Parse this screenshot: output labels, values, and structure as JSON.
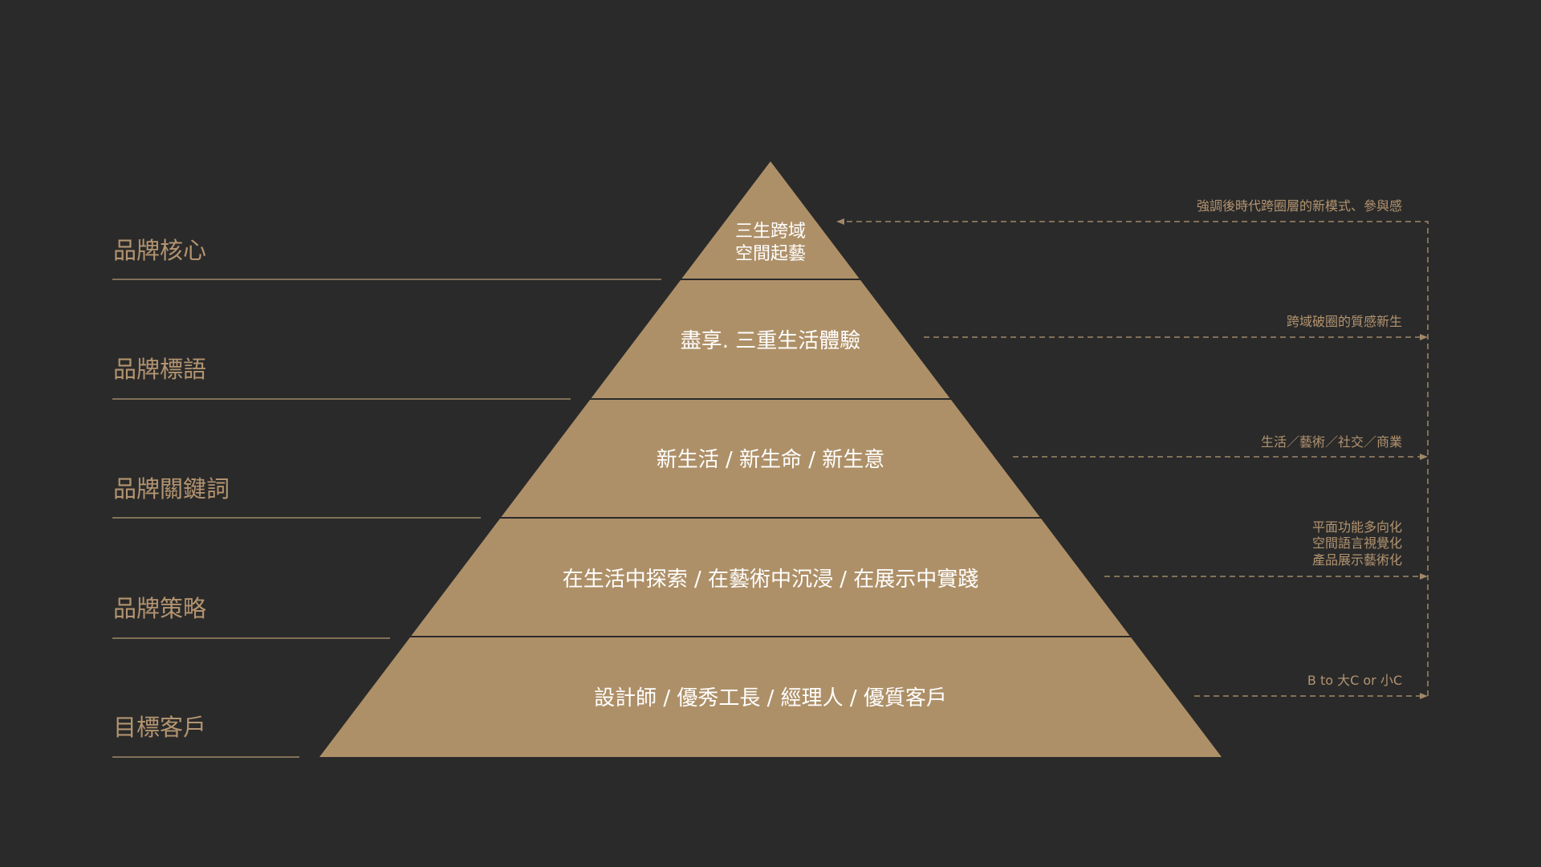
{
  "colors": {
    "background": "#2a2a2a",
    "pyramid": "#ae9068",
    "accent_text": "#b39470"
  },
  "left_labels": [
    "品牌核心",
    "品牌標語",
    "品牌關鍵詞",
    "品牌策略",
    "目標客戶"
  ],
  "pyramid": {
    "level1": [
      "三生跨域",
      "空間起藝"
    ],
    "level2": "盡享. 三重生活體驗",
    "level3": "新生活 / 新生命 / 新生意",
    "level4": "在生活中探索 / 在藝術中沉浸 / 在展示中實踐",
    "level5": "設計師 / 優秀工長 / 經理人 / 優質客戶"
  },
  "right_notes": {
    "note1": "強調後時代跨圈層的新模式、參與感",
    "note2": "跨域破圈的質感新生",
    "note3": "生活／藝術／社交／商業",
    "note4": [
      "平面功能多向化",
      "空間語言視覺化",
      "產品展示藝術化"
    ],
    "note5": "B to 大C or 小C"
  }
}
